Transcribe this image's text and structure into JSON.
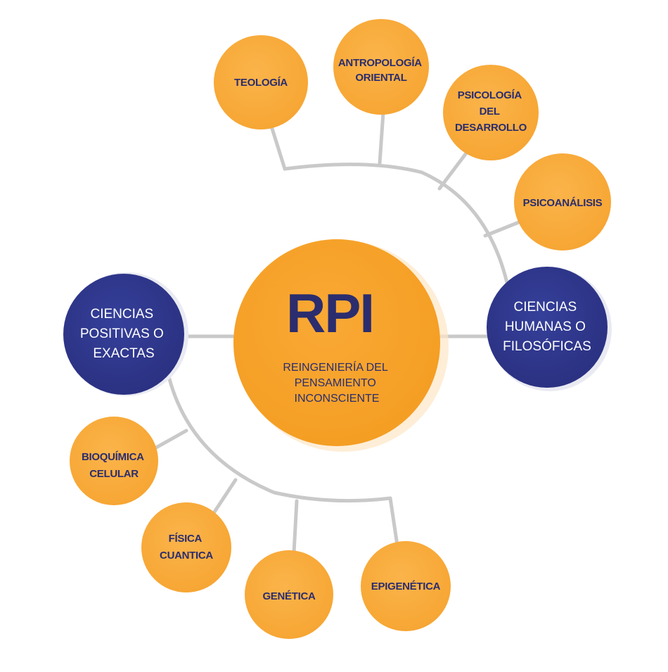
{
  "center": {
    "title": "RPI",
    "subtitle": [
      "REINGENIERÍA DEL",
      "PENSAMIENTO",
      "INCONSCIENTE"
    ]
  },
  "left_hub": {
    "lines": [
      "CIENCIAS",
      "POSITIVAS O",
      "EXACTAS"
    ]
  },
  "right_hub": {
    "lines": [
      "CIENCIAS",
      "HUMANAS O",
      "FILOSÓFICAS"
    ]
  },
  "top_nodes": [
    {
      "lines": [
        "TEOLOGÍA"
      ]
    },
    {
      "lines": [
        "ANTROPOLOGÍA",
        "ORIENTAL"
      ]
    },
    {
      "lines": [
        "PSICOLOGÍA",
        "DEL",
        "DESARROLLO"
      ]
    },
    {
      "lines": [
        "PSICOANÁLISIS"
      ]
    }
  ],
  "bottom_nodes": [
    {
      "lines": [
        "BIOQUÍMICA",
        "CELULAR"
      ]
    },
    {
      "lines": [
        "FÍSICA",
        "CUANTICA"
      ]
    },
    {
      "lines": [
        "GENÉTICA"
      ]
    },
    {
      "lines": [
        "EPIGENÉTICA"
      ]
    }
  ],
  "colors": {
    "orange": "#f8ac3c",
    "orange_center": "#f7a22c",
    "navy": "#2e3585",
    "text_dark": "#2b2d6e",
    "connector": "#c9c9c9"
  }
}
